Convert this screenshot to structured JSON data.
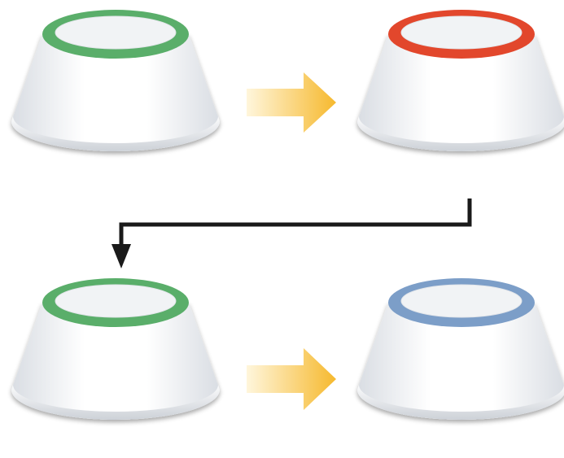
{
  "diagram": {
    "devices": [
      {
        "id": "top-left",
        "ring_state": "green",
        "ring_color": "#5aae6a"
      },
      {
        "id": "top-right",
        "ring_state": "red",
        "ring_color": "#e2472c"
      },
      {
        "id": "bottom-left",
        "ring_state": "green",
        "ring_color": "#5aae6a"
      },
      {
        "id": "bottom-right",
        "ring_state": "blue",
        "ring_color": "#7c9ec8"
      }
    ],
    "transitions": [
      {
        "from": "top-left",
        "to": "top-right",
        "style": "gradient-arrow"
      },
      {
        "from": "top-right",
        "to": "bottom-left",
        "style": "elbow-connector"
      },
      {
        "from": "bottom-left",
        "to": "bottom-right",
        "style": "gradient-arrow"
      }
    ],
    "colors": {
      "arrow_start": "#fff6dc",
      "arrow_end": "#f6b92e",
      "connector": "#1a1a1a",
      "body_light": "#ffffff",
      "body_shade": "#d9dde3",
      "inner_disk": "#f1f3f5"
    }
  }
}
